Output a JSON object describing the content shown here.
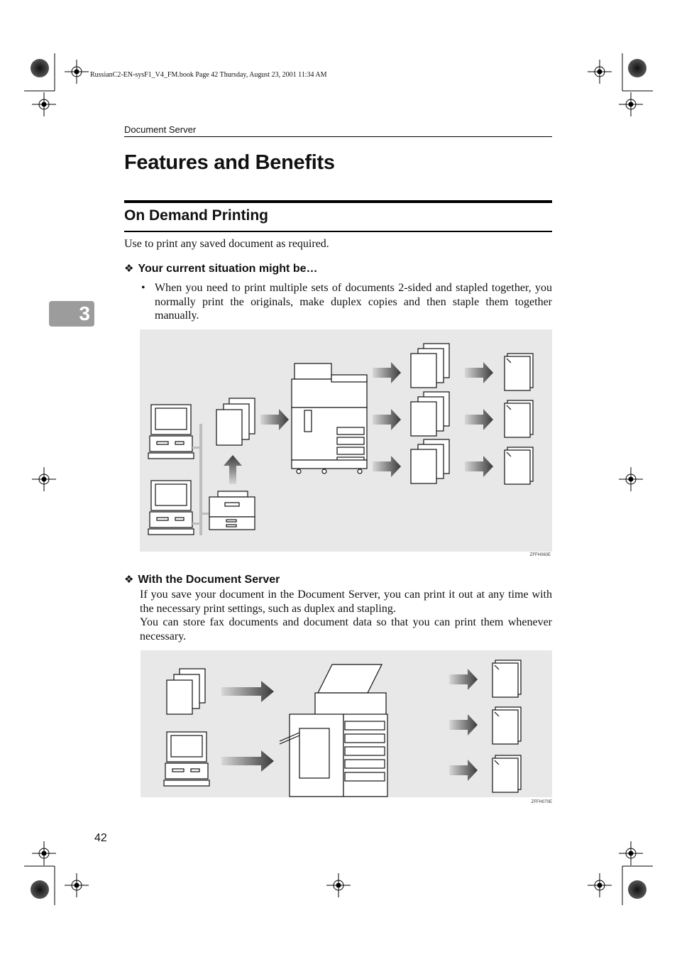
{
  "header": {
    "file_info": "RussianC2-EN-sysF1_V4_FM.book  Page 42  Thursday, August 23, 2001  11:34 AM",
    "running_head": "Document Server"
  },
  "page": {
    "title": "Features and Benefits",
    "section_title": "On Demand Printing",
    "intro": "Use to print any saved document as required.",
    "situation": {
      "marker": "❖",
      "heading": "Your current situation might be…",
      "bullet_marker": "•",
      "bullet": "When you need to print multiple sets of documents 2-sided and stapled together, you normally print the originals, make duplex copies and then staple them together manually."
    },
    "figure1": {
      "code": "ZFFH060E"
    },
    "server": {
      "marker": "❖",
      "heading": "With the Document Server",
      "para1": "If you save your document in the Document Server, you can print it out at any time with the necessary print settings, such as duplex and stapling.",
      "para2": "You can store fax documents and document data so that you can print them whenever necessary."
    },
    "figure2": {
      "code": "ZFFH070E"
    },
    "chapter_tab": "3",
    "page_number": "42"
  },
  "colors": {
    "figure_bg": "#e8e8e8",
    "chapter_tab": "#9c9c9c",
    "arrow_dark": "#444444",
    "arrow_light": "#d4d4d4"
  }
}
